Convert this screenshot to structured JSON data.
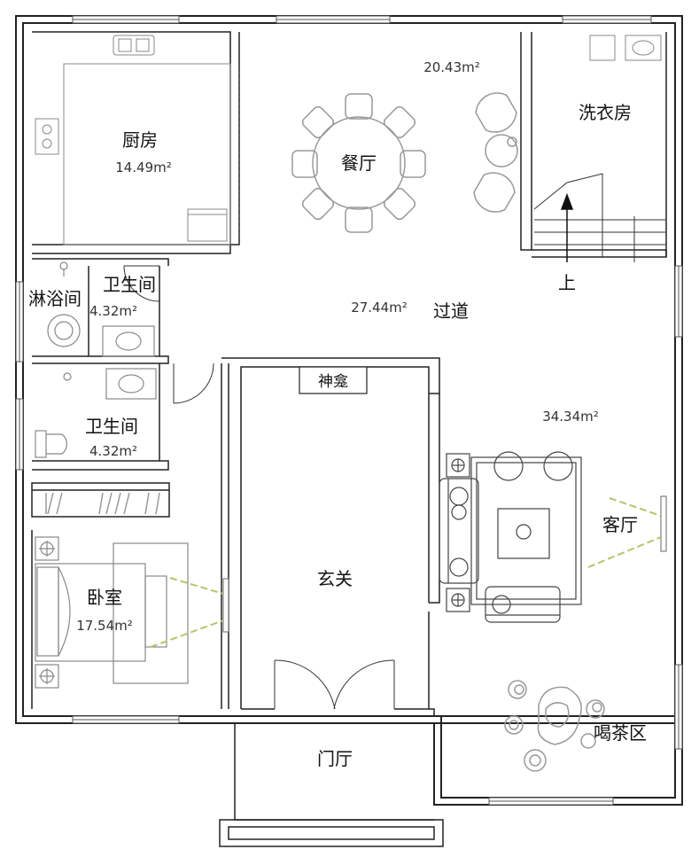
{
  "rooms": {
    "kitchen": {
      "name": "厨房",
      "area": "14.49m²"
    },
    "dining": {
      "name": "餐厅",
      "area": "20.43m²"
    },
    "laundry": {
      "name": "洗衣房"
    },
    "shower": {
      "name": "淋浴间"
    },
    "bath1": {
      "name": "卫生间",
      "area": "4.32m²"
    },
    "bath2": {
      "name": "卫生间",
      "area": "4.32m²"
    },
    "corridor": {
      "name": "过道",
      "area": "27.44m²"
    },
    "shrine": {
      "name": "神龛"
    },
    "living": {
      "name": "客厅",
      "area": "34.34m²"
    },
    "bedroom": {
      "name": "卧室",
      "area": "17.54m²"
    },
    "foyer": {
      "name": "玄关"
    },
    "entrance": {
      "name": "门厅"
    },
    "tea": {
      "name": "喝茶区"
    }
  },
  "stairs": {
    "label": "上"
  },
  "colors": {
    "wall": "#222222",
    "fixture": "#999999",
    "sightline": "#b5c46a"
  }
}
